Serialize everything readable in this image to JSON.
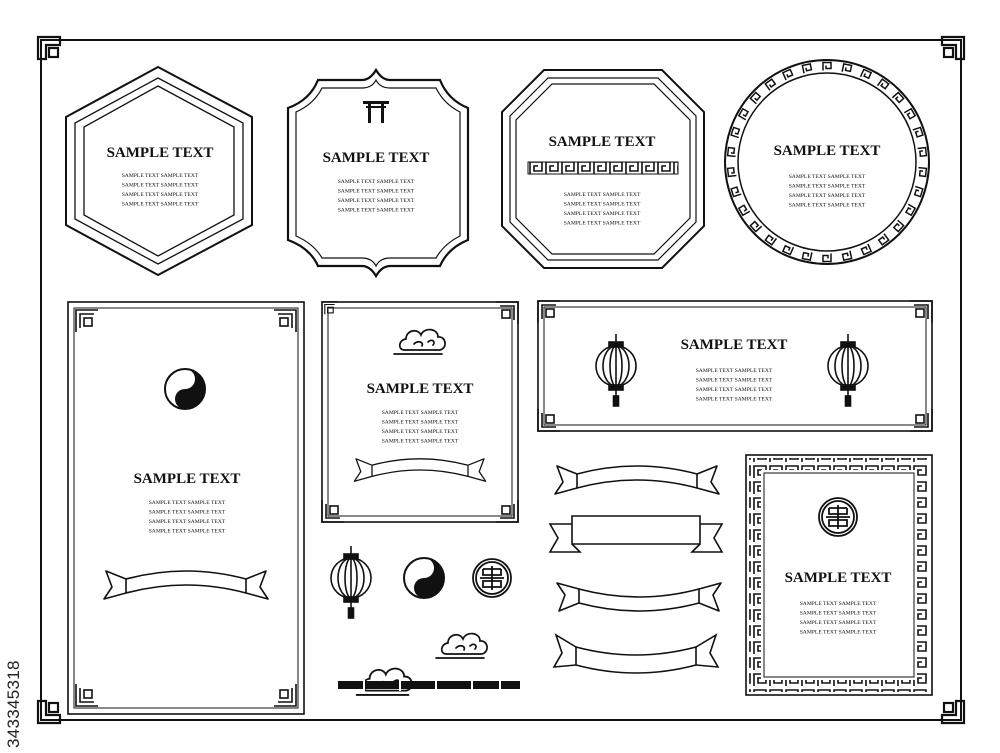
{
  "frames": [
    {
      "id": "hexagon",
      "title": "SAMPLE TEXT",
      "lines": [
        "SAMPLE TEXT  SAMPLE TEXT",
        "SAMPLE TEXT  SAMPLE TEXT",
        "SAMPLE TEXT  SAMPLE TEXT",
        "SAMPLE TEXT  SAMPLE TEXT"
      ]
    },
    {
      "id": "gate-plaque",
      "title": "SAMPLE TEXT",
      "lines": [
        "SAMPLE TEXT  SAMPLE TEXT",
        "SAMPLE TEXT  SAMPLE TEXT",
        "SAMPLE TEXT  SAMPLE TEXT",
        "SAMPLE TEXT  SAMPLE TEXT"
      ]
    },
    {
      "id": "octagon",
      "title": "SAMPLE TEXT",
      "lines": [
        "SAMPLE TEXT  SAMPLE TEXT",
        "SAMPLE TEXT  SAMPLE TEXT",
        "SAMPLE TEXT  SAMPLE TEXT",
        "SAMPLE TEXT  SAMPLE TEXT"
      ]
    },
    {
      "id": "round-meander",
      "title": "SAMPLE TEXT",
      "lines": [
        "SAMPLE TEXT  SAMPLE TEXT",
        "SAMPLE TEXT  SAMPLE TEXT",
        "SAMPLE TEXT  SAMPLE TEXT",
        "SAMPLE TEXT  SAMPLE TEXT"
      ]
    },
    {
      "id": "tall-yinyang",
      "title": "SAMPLE TEXT",
      "lines": [
        "SAMPLE TEXT  SAMPLE TEXT",
        "SAMPLE TEXT  SAMPLE TEXT",
        "SAMPLE TEXT  SAMPLE TEXT",
        "SAMPLE TEXT  SAMPLE TEXT"
      ]
    },
    {
      "id": "cloud-card",
      "title": "SAMPLE TEXT",
      "lines": [
        "SAMPLE TEXT  SAMPLE TEXT",
        "SAMPLE TEXT  SAMPLE TEXT",
        "SAMPLE TEXT  SAMPLE TEXT",
        "SAMPLE TEXT  SAMPLE TEXT"
      ]
    },
    {
      "id": "lantern-banner",
      "title": "SAMPLE TEXT",
      "lines": [
        "SAMPLE TEXT  SAMPLE TEXT",
        "SAMPLE TEXT  SAMPLE TEXT",
        "SAMPLE TEXT  SAMPLE TEXT",
        "SAMPLE TEXT  SAMPLE TEXT"
      ]
    },
    {
      "id": "meander-square",
      "title": "SAMPLE TEXT",
      "lines": [
        "SAMPLE TEXT  SAMPLE TEXT",
        "SAMPLE TEXT  SAMPLE TEXT",
        "SAMPLE TEXT  SAMPLE TEXT",
        "SAMPLE TEXT  SAMPLE TEXT"
      ]
    }
  ],
  "watermark": "343345318",
  "colors": {
    "ink": "#111111",
    "paper": "#ffffff"
  },
  "icons": [
    "torii-gate-icon",
    "yin-yang-icon",
    "lantern-icon",
    "cloud-icon",
    "ribbon-banner-icon",
    "longevity-medallion-icon",
    "meander-corner-icon",
    "bamboo-bar-icon"
  ]
}
